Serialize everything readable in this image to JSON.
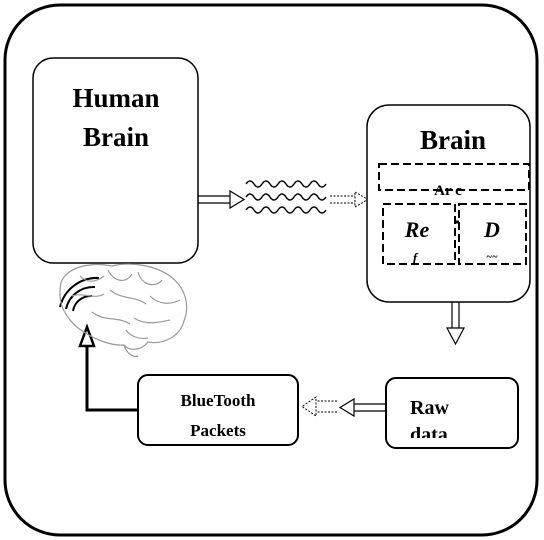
{
  "human_brain": {
    "line1": "Human",
    "line2": "Brain"
  },
  "brain_box": {
    "title": "Brain",
    "strip_partial": "Ar c",
    "left_sub": "Re",
    "left_sub_partial": "f",
    "right_sub": "D",
    "right_sub_partial": "~~"
  },
  "bluetooth": {
    "line1": "BlueTooth",
    "line2": "Packets"
  },
  "raw_data": {
    "line1": "Raw",
    "line2": "data"
  },
  "icons": [
    "brain-icon",
    "wireless-signal-icon",
    "sine-wave-icon"
  ],
  "colors": {
    "stroke": "#000000",
    "background": "#ffffff",
    "brain_image": "#9a9a9a"
  }
}
